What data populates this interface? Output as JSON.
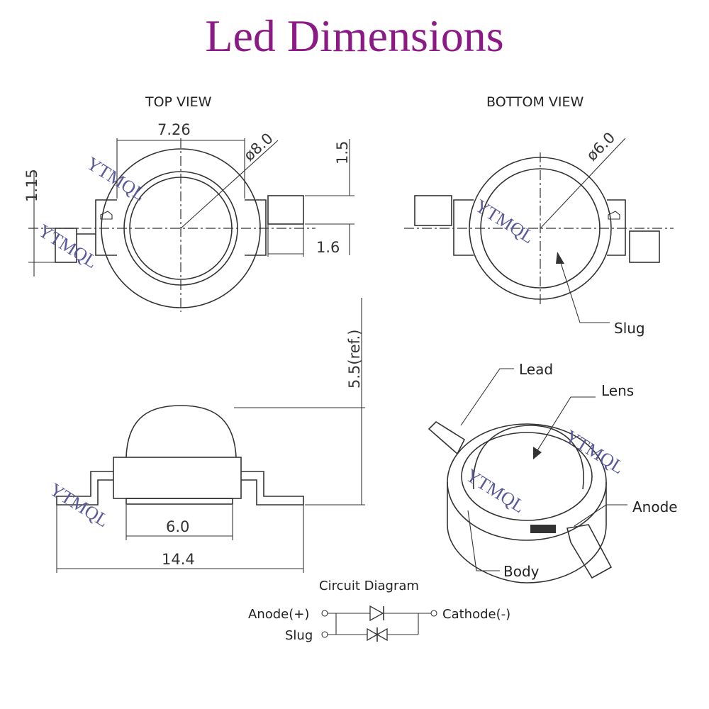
{
  "title": "Led Dimensions",
  "views": {
    "top": "TOP VIEW",
    "bottom": "BOTTOM VIEW"
  },
  "dimensions": {
    "width_726": "7.26",
    "dia_80": "ø8.0",
    "d_15": "1.5",
    "d_115": "1.15",
    "d_16": "1.6",
    "dia_60": "ø6.0",
    "height_ref": "5.5(ref.)",
    "base_60": "6.0",
    "total_144": "14.4"
  },
  "parts": {
    "slug": "Slug",
    "lead": "Lead",
    "lens": "Lens",
    "anode": "Anode",
    "body": "Body"
  },
  "circuit": {
    "title": "Circuit Diagram",
    "anode": "Anode(+)",
    "cathode": "Cathode(-)",
    "slug": "Slug"
  },
  "watermark": "YTMQL"
}
